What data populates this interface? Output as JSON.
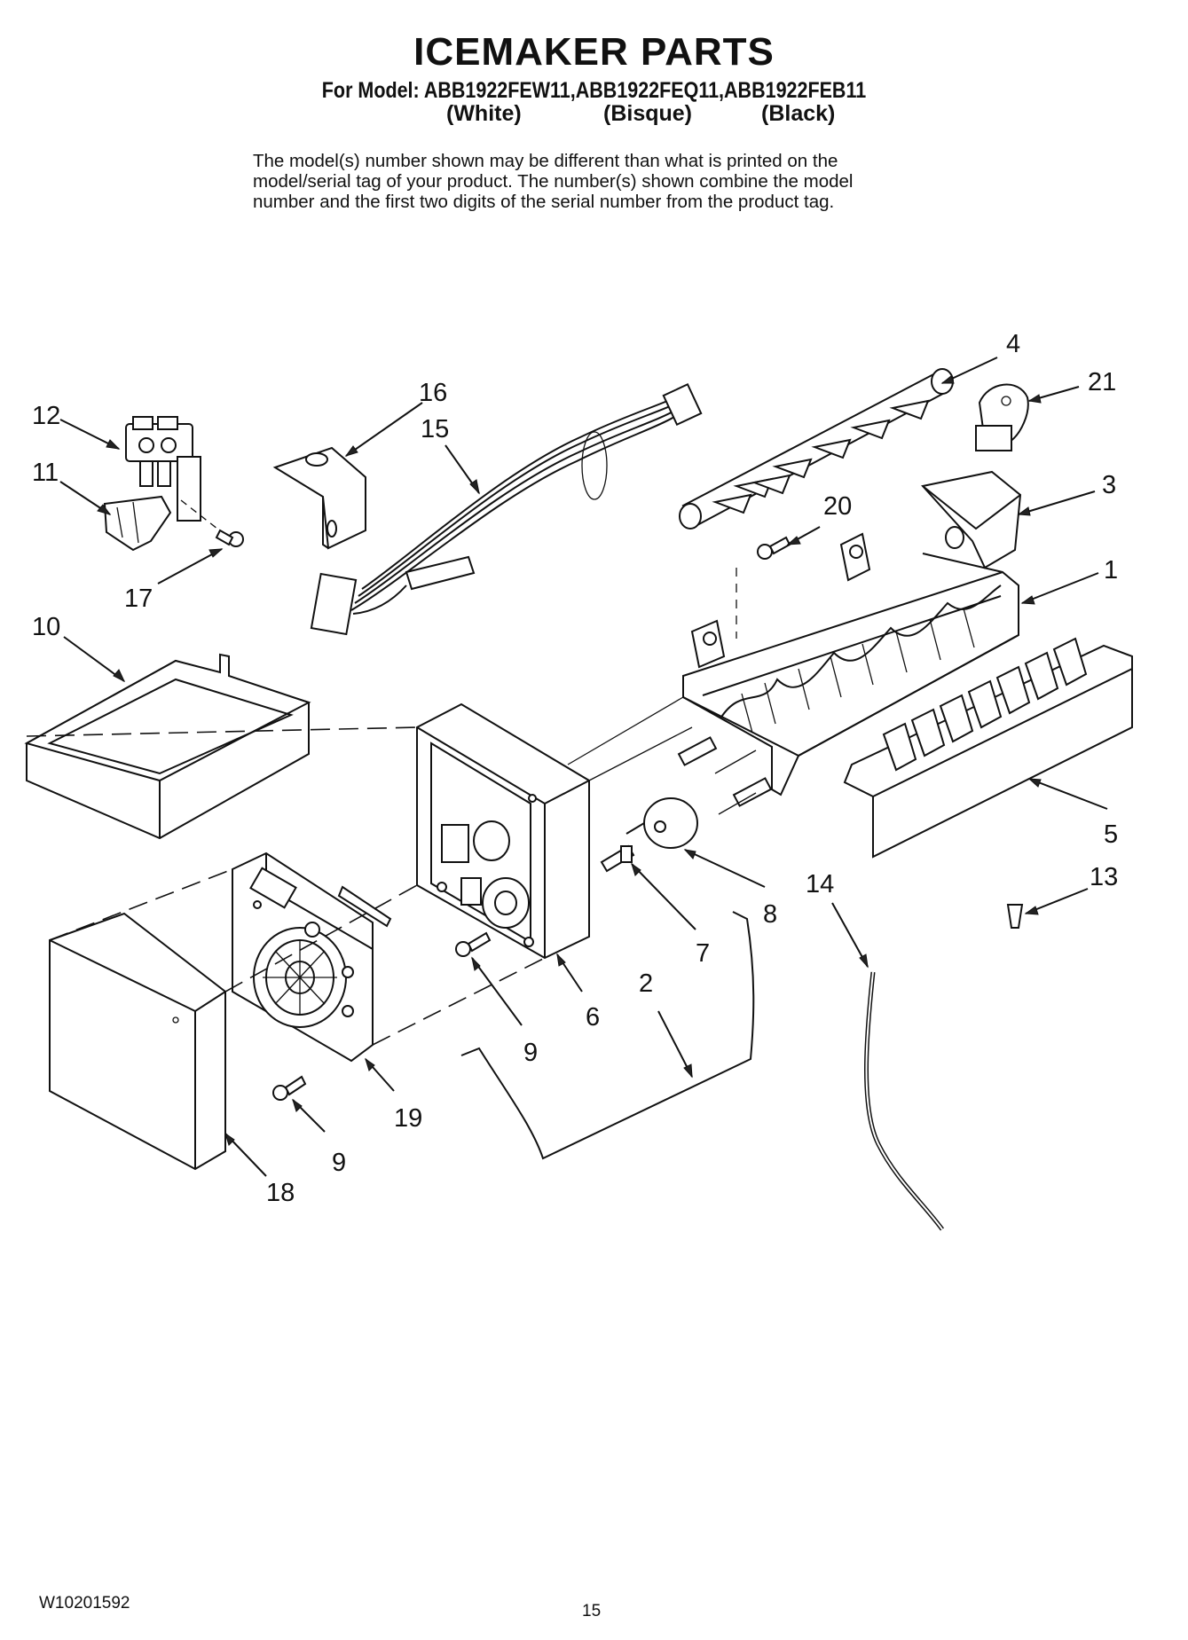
{
  "header": {
    "title": "ICEMAKER PARTS",
    "models_line": "For Model: ABB1922FEW11,ABB1922FEQ11,ABB1922FEB11",
    "variants": [
      "(White)",
      "(Bisque)",
      "(Black)"
    ]
  },
  "note": [
    "The model(s) number shown may be different than what is printed on the",
    "model/serial tag of your product. The number(s) shown combine the model",
    "number and the first two digits of the serial number from the product tag."
  ],
  "callouts": {
    "c1": "1",
    "c2": "2",
    "c3": "3",
    "c4": "4",
    "c5": "5",
    "c6": "6",
    "c7": "7",
    "c8": "8",
    "c9a": "9",
    "c9b": "9",
    "c10": "10",
    "c11": "11",
    "c12": "12",
    "c13": "13",
    "c14": "14",
    "c15": "15",
    "c16": "16",
    "c17": "17",
    "c18": "18",
    "c19": "19",
    "c20": "20",
    "c21": "21"
  },
  "footer": {
    "doc_number": "W10201592",
    "page_number": "15"
  }
}
